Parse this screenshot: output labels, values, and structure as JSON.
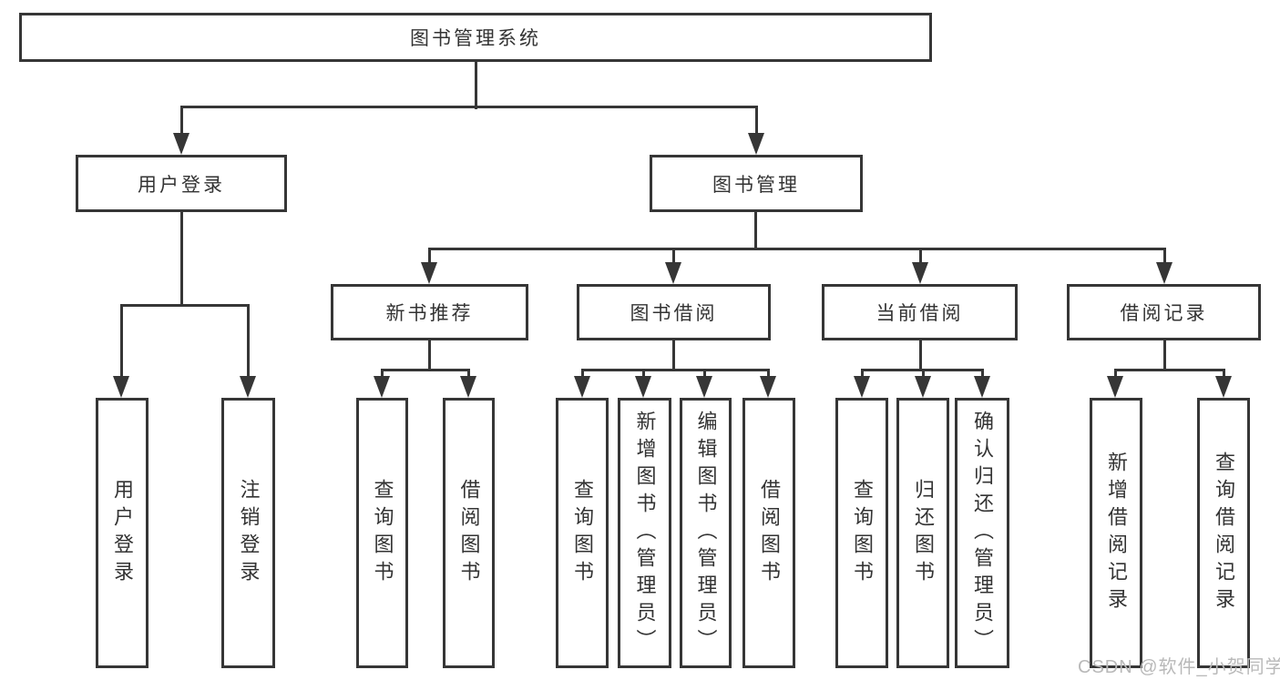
{
  "diagram": {
    "root": {
      "label": "图书管理系统"
    },
    "level2": {
      "user_login": {
        "label": "用户登录"
      },
      "book_mgmt": {
        "label": "图书管理"
      }
    },
    "level3": {
      "new_book": {
        "label": "新书推荐"
      },
      "book_borrow": {
        "label": "图书借阅"
      },
      "current_borrow": {
        "label": "当前借阅"
      },
      "borrow_records": {
        "label": "借阅记录"
      }
    },
    "leaves": {
      "user_login": [
        "用户登录",
        "注销登录"
      ],
      "new_book": [
        "查询图书",
        "借阅图书"
      ],
      "book_borrow": [
        "查询图书",
        "新增图书（管理员）",
        "编辑图书（管理员）",
        "借阅图书"
      ],
      "current_borrow": [
        "查询图书",
        "归还图书",
        "确认归还（管理员）"
      ],
      "borrow_records": [
        "新增借阅记录",
        "查询借阅记录"
      ]
    },
    "watermark": "CSDN @软件_小贺同学",
    "colors": {
      "line": "#363636",
      "text": "#333333",
      "watermark": "#b9b9b9",
      "background": "#ffffff"
    }
  }
}
